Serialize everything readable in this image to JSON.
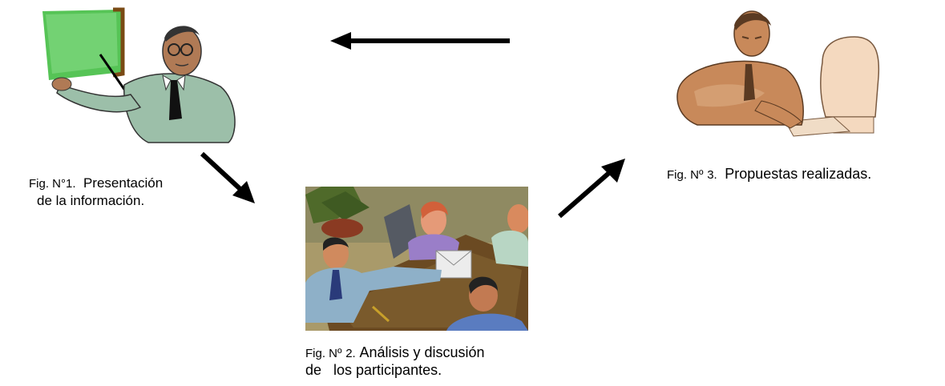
{
  "figures": [
    {
      "id": "fig1",
      "picture": "teacher-presenting-icon",
      "caption_prefix": "Fig. N°1.",
      "caption_line1": "Presentación",
      "caption_line2": "de la información."
    },
    {
      "id": "fig2",
      "picture": "meeting-discussion-icon",
      "caption_prefix": "Fig. Nº",
      "caption_number": "2.",
      "caption_line1": "Análisis y discusión",
      "caption_line2": "de   los participantes."
    },
    {
      "id": "fig3",
      "picture": "man-at-computer-icon",
      "caption_prefix": "Fig. Nº",
      "caption_number": "3.",
      "caption_line1": "Propuestas realizadas."
    }
  ],
  "arrows": [
    {
      "name": "arrow-fig1-to-fig2",
      "direction": "down-right"
    },
    {
      "name": "arrow-fig2-to-fig3",
      "direction": "up-right"
    },
    {
      "name": "arrow-fig3-to-fig1",
      "direction": "left"
    }
  ],
  "colors": {
    "arrow": "#000000",
    "board_green": "#56c456",
    "board_frame": "#7a4a14",
    "skin_teacher": "#b07a55",
    "suit_teacher": "#9cbfa9",
    "skin_worker": "#c8895a",
    "computer": "#f4d9bf",
    "meeting_bg": "#a99a6a"
  }
}
